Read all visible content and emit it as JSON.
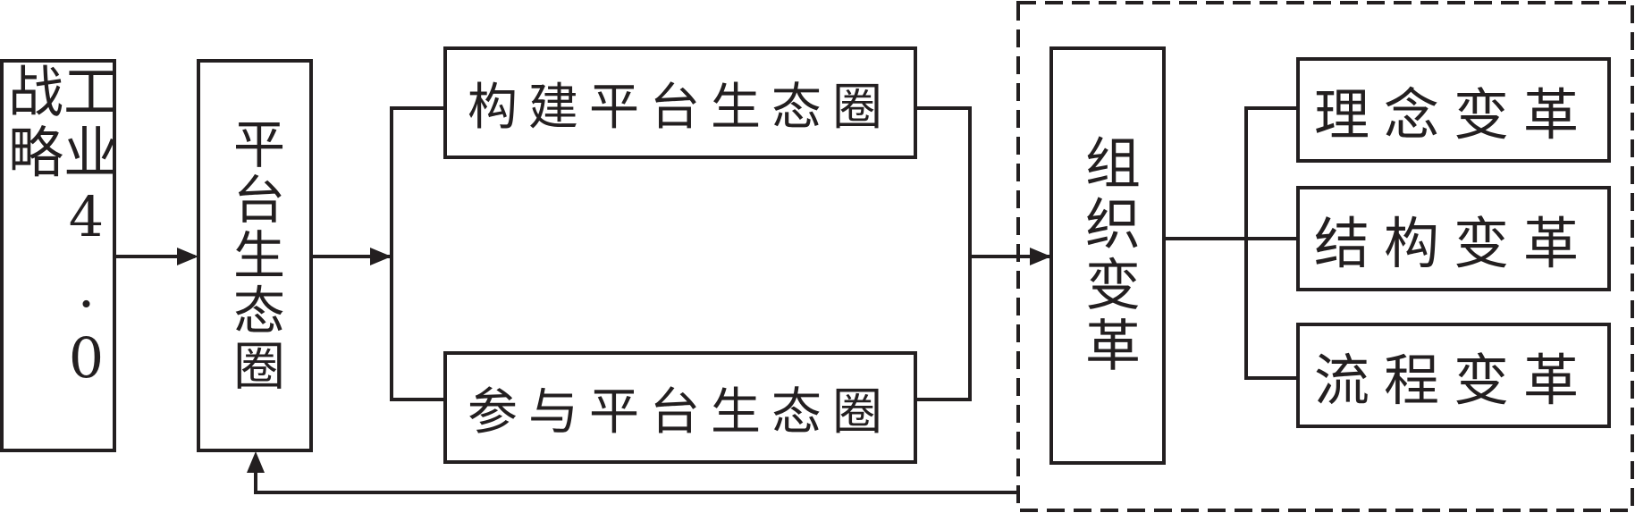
{
  "nodes": {
    "industry": "工业4.0战略",
    "platform": "平台生态圈",
    "build": "构建平台生态圈",
    "join": "参与平台生态圈",
    "org": "组织变革",
    "idea": "理念变革",
    "structure": "结构变革",
    "process": "流程变革"
  }
}
